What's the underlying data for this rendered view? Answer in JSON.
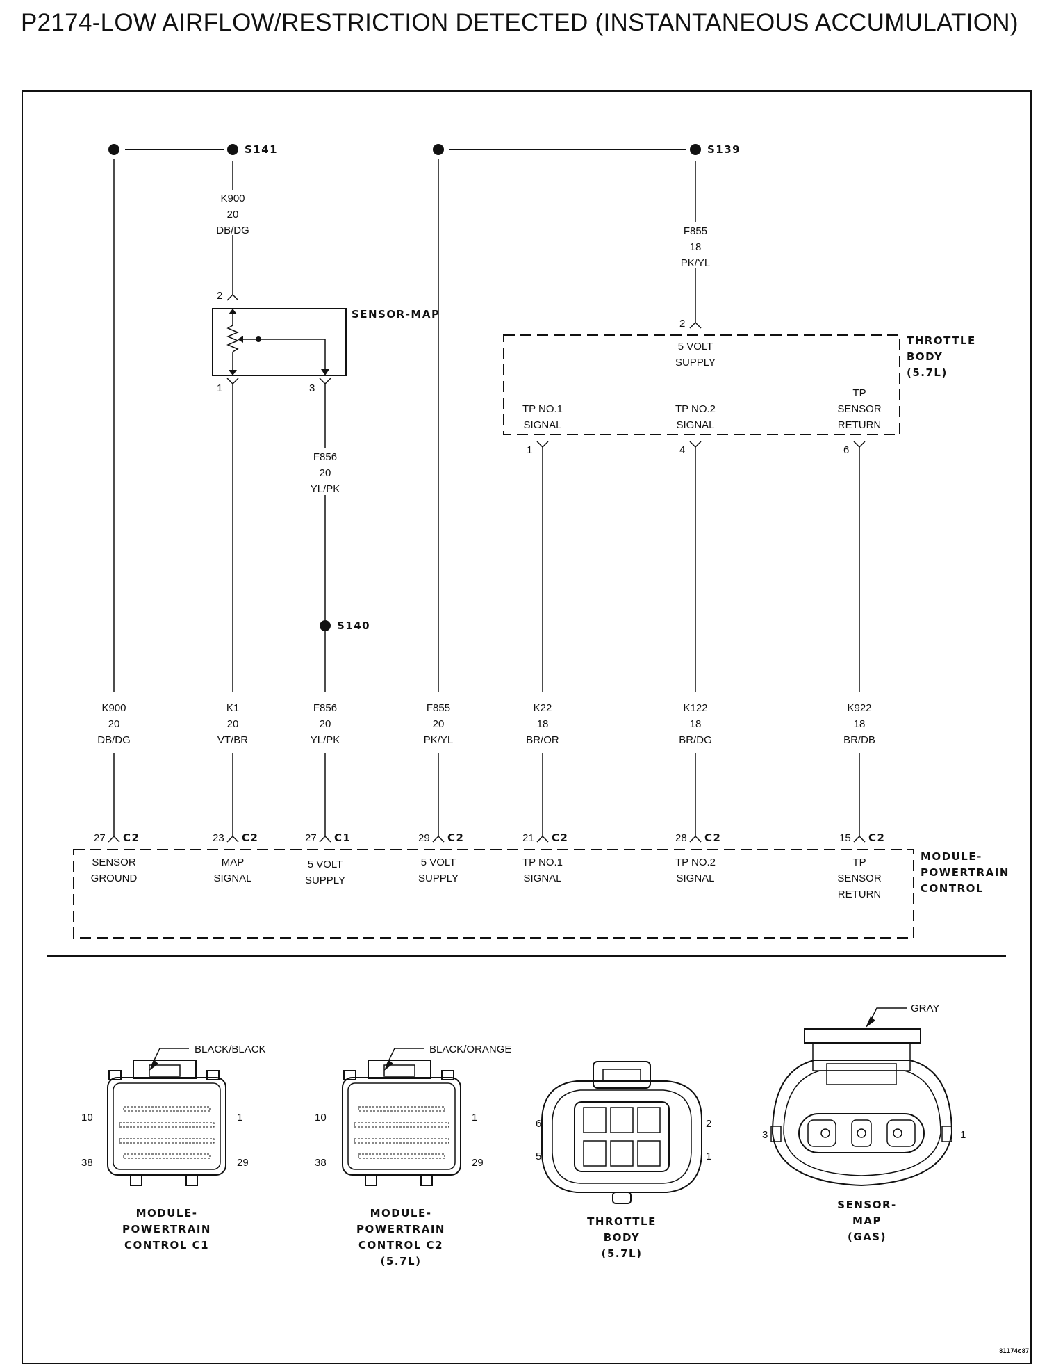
{
  "page_title": "P2174-LOW AIRFLOW/RESTRICTION DETECTED (INSTANTANEOUS ACCUMULATION)",
  "splices": {
    "s141": "S141",
    "s139": "S139",
    "s140": "S140"
  },
  "upper_wires": {
    "k900": [
      "K900",
      "20",
      "DB/DG"
    ],
    "f855": [
      "F855",
      "18",
      "PK/YL"
    ],
    "f856": [
      "F856",
      "20",
      "YL/PK"
    ]
  },
  "sensor_map": {
    "title": "SENSOR-MAP",
    "pins": {
      "top": "2",
      "left": "1",
      "right": "3"
    }
  },
  "throttle_body": {
    "title": [
      "THROTTLE",
      "BODY",
      "(5.7L)"
    ],
    "supply_pin": "2",
    "supply_label": [
      "5 VOLT",
      "SUPPLY"
    ],
    "signals": [
      {
        "pin": "1",
        "label": [
          "TP NO.1",
          "SIGNAL"
        ]
      },
      {
        "pin": "4",
        "label": [
          "TP NO.2",
          "SIGNAL"
        ]
      },
      {
        "pin": "6",
        "label": [
          "TP",
          "SENSOR",
          "RETURN"
        ]
      }
    ]
  },
  "pcm_wires": [
    {
      "code": "K900",
      "gauge": "20",
      "color": "DB/DG",
      "pin": "27",
      "conn": "C2",
      "label": [
        "SENSOR",
        "GROUND"
      ]
    },
    {
      "code": "K1",
      "gauge": "20",
      "color": "VT/BR",
      "pin": "23",
      "conn": "C2",
      "label": [
        "MAP",
        "SIGNAL"
      ]
    },
    {
      "code": "F856",
      "gauge": "20",
      "color": "YL/PK",
      "pin": "27",
      "conn": "C1",
      "label": [
        "5 VOLT",
        "SUPPLY"
      ]
    },
    {
      "code": "F855",
      "gauge": "20",
      "color": "PK/YL",
      "pin": "29",
      "conn": "C2",
      "label": [
        "5 VOLT",
        "SUPPLY"
      ]
    },
    {
      "code": "K22",
      "gauge": "18",
      "color": "BR/OR",
      "pin": "21",
      "conn": "C2",
      "label": [
        "TP NO.1",
        "SIGNAL"
      ]
    },
    {
      "code": "K122",
      "gauge": "18",
      "color": "BR/DG",
      "pin": "28",
      "conn": "C2",
      "label": [
        "TP NO.2",
        "SIGNAL"
      ]
    },
    {
      "code": "K922",
      "gauge": "18",
      "color": "BR/DB",
      "pin": "15",
      "conn": "C2",
      "label": [
        "TP",
        "SENSOR",
        "RETURN"
      ]
    }
  ],
  "pcm_title": [
    "MODULE-",
    "POWERTRAIN",
    "CONTROL"
  ],
  "connectors": [
    {
      "color_tag": "BLACK/BLACK",
      "pins": [
        "10",
        "1",
        "38",
        "29"
      ],
      "title": [
        "MODULE-",
        "POWERTRAIN",
        "CONTROL C1"
      ]
    },
    {
      "color_tag": "BLACK/ORANGE",
      "pins": [
        "10",
        "1",
        "38",
        "29"
      ],
      "title": [
        "MODULE-",
        "POWERTRAIN",
        "CONTROL C2",
        "(5.7L)"
      ]
    },
    {
      "color_tag": "",
      "pins": [
        "6",
        "2",
        "5",
        "1"
      ],
      "title": [
        "THROTTLE",
        "BODY",
        "(5.7L)"
      ]
    },
    {
      "color_tag": "GRAY",
      "pins": [
        "3",
        "1"
      ],
      "title": [
        "SENSOR-",
        "MAP",
        "(GAS)"
      ]
    }
  ],
  "figure_id": "81174c87"
}
